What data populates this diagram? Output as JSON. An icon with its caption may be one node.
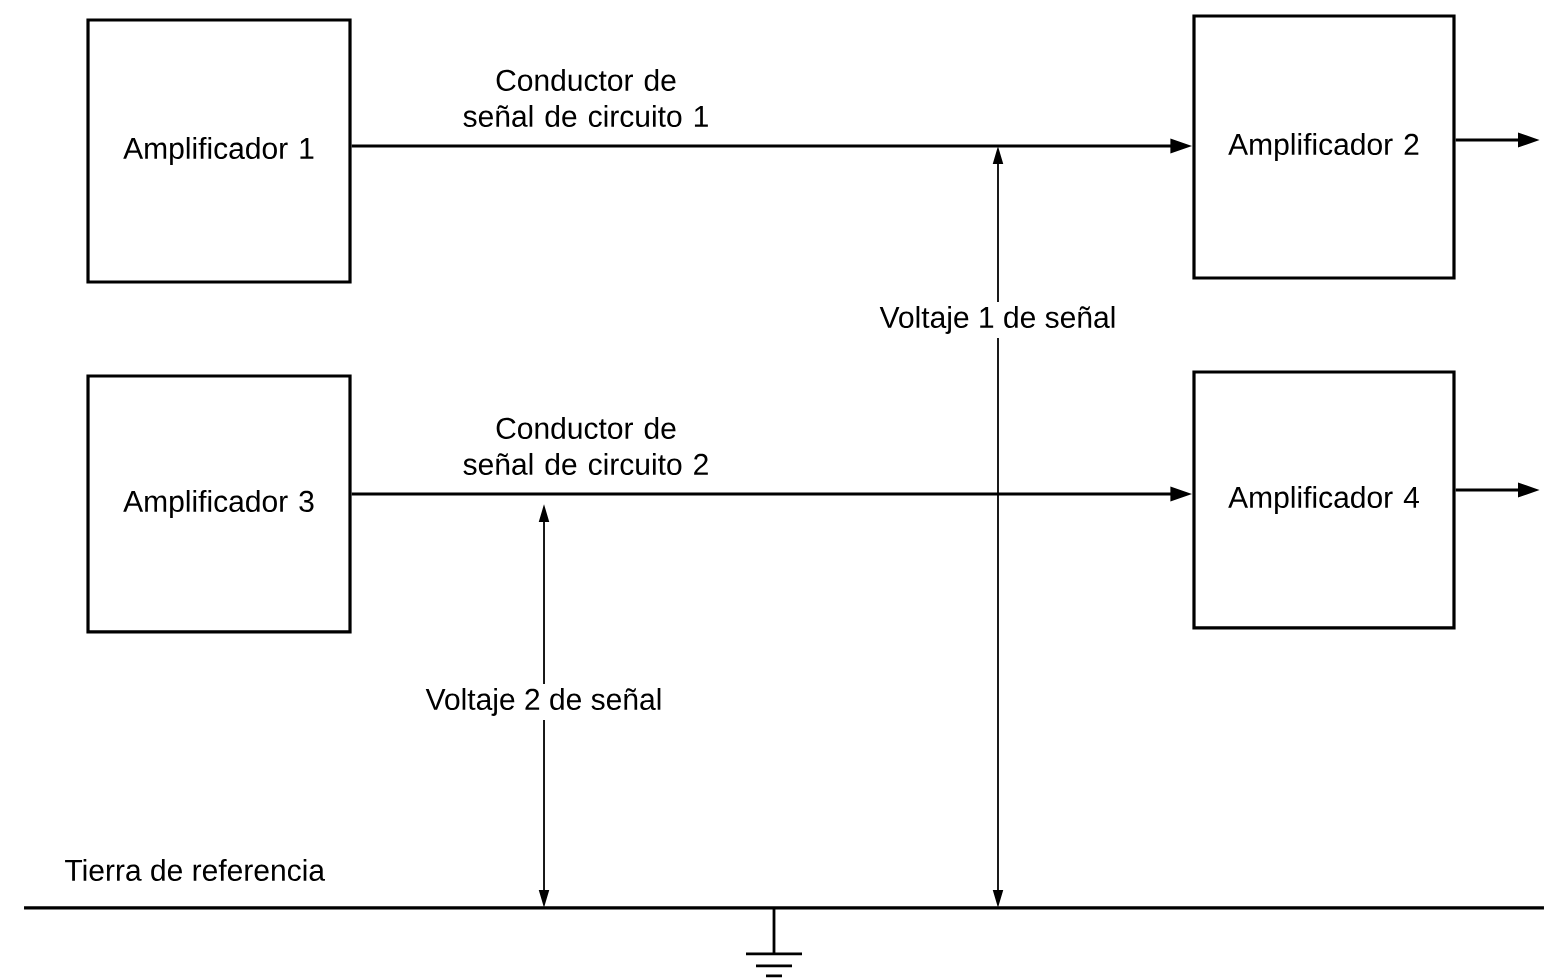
{
  "diagram": {
    "nodes": [
      {
        "text": [
          "Amplificador 1"
        ]
      },
      {
        "text": [
          "Amplificador 2"
        ]
      },
      {
        "text": [
          "Amplificador 3"
        ]
      },
      {
        "text": [
          "Amplificador 4"
        ]
      }
    ],
    "edges": [
      {
        "from": 0,
        "to": 1,
        "arrow": "to",
        "label": "Conductor de señal de circuito 1"
      },
      {
        "from": 1,
        "to": null,
        "arrow": "to"
      },
      {
        "from": 2,
        "to": 3,
        "arrow": "to",
        "label": "Conductor de señal de circuito 2"
      },
      {
        "from": 3,
        "to": null,
        "arrow": "to"
      }
    ],
    "labels": [
      "Voltaje 1 de señal",
      "Voltaje 2 de señal",
      "Tierra de referencia"
    ]
  }
}
